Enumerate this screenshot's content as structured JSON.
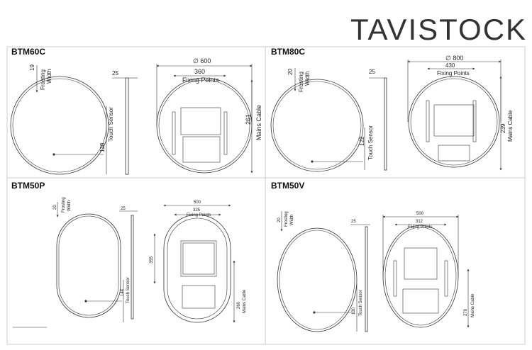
{
  "brand": "TAVISTOCK",
  "panels": [
    {
      "model": "BTM60C",
      "frosting": "19",
      "frosting_label_1": "Frosting",
      "frosting_label_2": "Width",
      "depth": "25",
      "diameter": "∅ 600",
      "fixing": "360",
      "fixing_label": "Fixing Points",
      "touch": "138",
      "touch_label": "Touch Sensor",
      "cable": "261",
      "cable_label": "Mains Cable"
    },
    {
      "model": "BTM80C",
      "frosting": "20",
      "frosting_label_1": "Frosting",
      "frosting_label_2": "Width",
      "depth": "25",
      "diameter": "∅ 800",
      "fixing": "430",
      "fixing_label": "Fixing Points",
      "touch": "122",
      "touch_label": "Touch Sensor",
      "cable": "239",
      "cable_label": "Mains Cable"
    },
    {
      "model": "BTM50P",
      "frosting": "20",
      "frosting_label_1": "Frosting",
      "frosting_label_2": "Width",
      "depth": "25",
      "width": "500",
      "fixing": "325",
      "fixing_label": "Fixing Points",
      "fixing_v": "355",
      "touch": "144",
      "touch_label": "Touch Sensor",
      "cable": "260",
      "cable_label": "Mains Cable"
    },
    {
      "model": "BTM50V",
      "frosting": "20",
      "frosting_label_1": "Frosting",
      "frosting_label_2": "Width",
      "depth": "25",
      "width": "500",
      "fixing": "312",
      "fixing_label": "Fixing Points",
      "touch": "130",
      "touch_label": "Touch Sensor",
      "cable": "270",
      "cable_label": "Mains Cable"
    }
  ]
}
